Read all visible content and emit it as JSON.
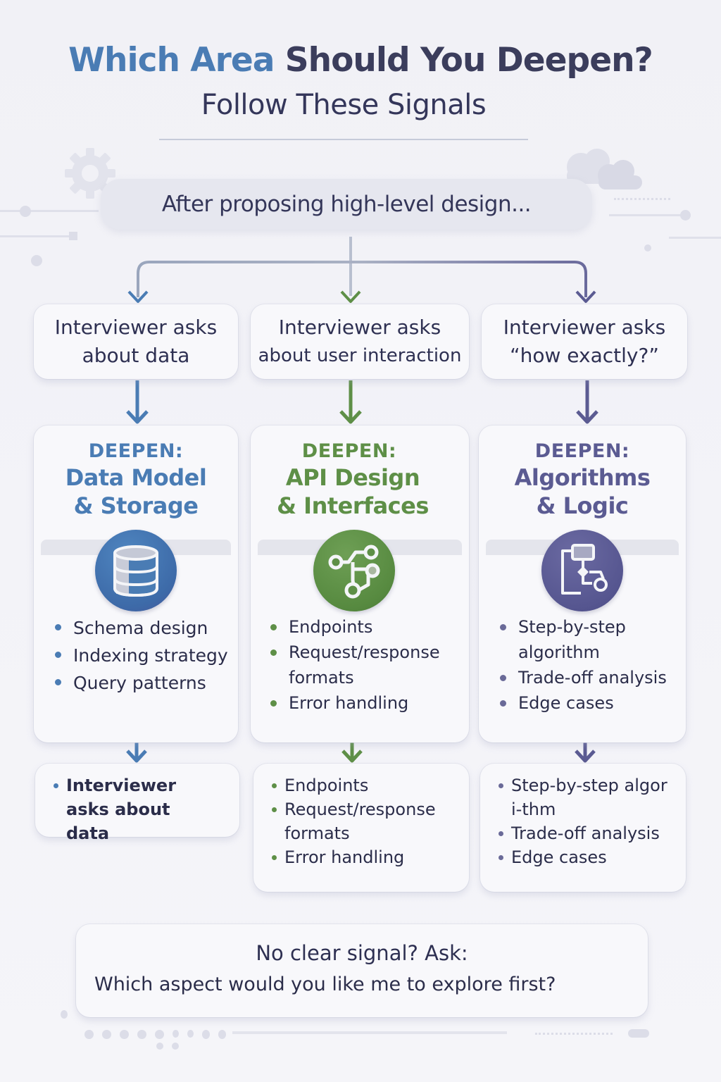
{
  "header": {
    "title_accent": "Which Area",
    "title_rest": " Should You Deepen?",
    "subtitle": "Follow These Signals"
  },
  "start": {
    "label": "After proposing high-level design..."
  },
  "colors": {
    "blue": "#4a7cb4",
    "green": "#5e8f47",
    "purple": "#5b5b92",
    "text_dark": "#2b2d4a",
    "background": "#f2f2f7"
  },
  "columns": [
    {
      "id": "data",
      "signal_line1": "Interviewer asks",
      "signal_line2": "about data",
      "deepen_label": "DEEPEN:",
      "deepen_title_line1": "Data Model",
      "deepen_title_line2": "& Storage",
      "icon": "database-icon",
      "bullets": [
        "Schema design",
        "Indexing strategy",
        "Query patterns"
      ],
      "bottom_items": [
        "Interviewer asks about data"
      ]
    },
    {
      "id": "api",
      "signal_line1": "Interviewer asks",
      "signal_line2": "about user interaction",
      "deepen_label": "DEEPEN:",
      "deepen_title_line1": "API Design",
      "deepen_title_line2": "& Interfaces",
      "icon": "api-nodes-icon",
      "bullets": [
        "Endpoints",
        "Request/response formats",
        "Error handling"
      ],
      "bottom_items": [
        "Endpoints",
        "Request/response formats",
        "Error handling"
      ]
    },
    {
      "id": "algo",
      "signal_line1": "Interviewer asks",
      "signal_line2": "“how exactly?”",
      "deepen_label": "DEEPEN:",
      "deepen_title_line1": "Algorithms",
      "deepen_title_line2": "& Logic",
      "icon": "flowchart-icon",
      "bullets": [
        "Step-by-step algorithm",
        "Trade-off analysis",
        "Edge cases"
      ],
      "bottom_items": [
        "Step-by-step algori-thm",
        "Trade-off analysis",
        "Edge cases"
      ]
    }
  ],
  "fallback": {
    "question": "No clear signal? Ask:",
    "prompt": "Which aspect would you like me to explore first?"
  }
}
